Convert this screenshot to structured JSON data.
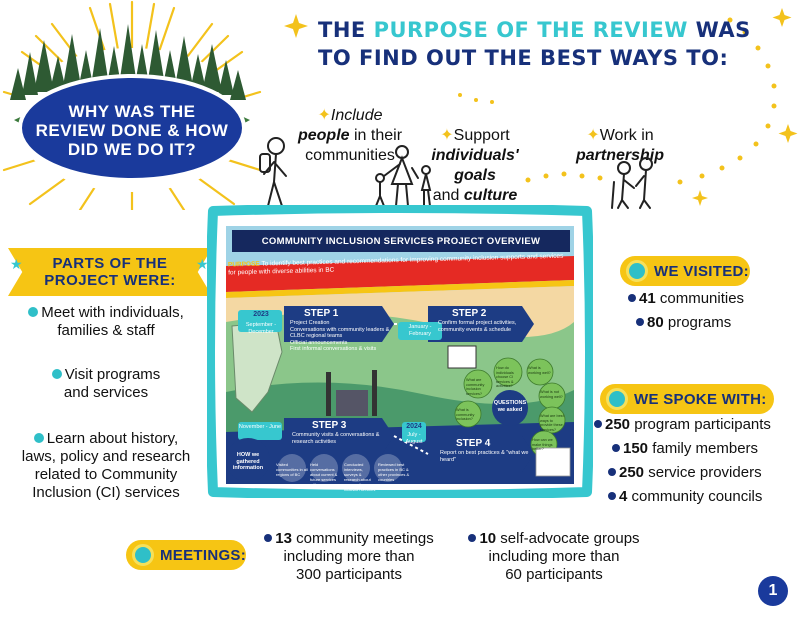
{
  "badge": {
    "line1": "WHY WAS THE",
    "line2": "REVIEW DONE & HOW",
    "line3": "DID WE DO IT?"
  },
  "purpose": {
    "part1": "THE ",
    "part2": "PURPOSE OF THE REVIEW",
    "part3": " WAS",
    "line2": "TO FIND OUT THE BEST WAYS TO:"
  },
  "goals": {
    "g1": {
      "w1": "Include",
      "w2": "people",
      "w3": " in their",
      "w4": "communities"
    },
    "g2": {
      "w1": "Support",
      "w2": "individuals' goals",
      "w3": "and ",
      "w4": "culture"
    },
    "g3": {
      "w1": "Work in",
      "w2": "partnership"
    }
  },
  "parts": {
    "line1": "PARTS OF THE",
    "line2": "PROJECT WERE:",
    "items": [
      {
        "a": "Meet with individuals,",
        "b": "families & staff"
      },
      {
        "a": "Visit programs",
        "b": "and services"
      },
      {
        "a": "Learn about history,",
        "b": "laws, policy and research",
        "c": "related to Community",
        "d": "Inclusion (CI) services"
      }
    ]
  },
  "card": {
    "title": "COMMUNITY INCLUSION SERVICES PROJECT OVERVIEW",
    "purpose_label": "PURPOSE",
    "purpose_text": "To identify best practices and recommendations for improving community inclusion supports and services for people with diverse abilities in BC",
    "year1": "2023",
    "period1": "September - December",
    "step1": "STEP 1",
    "step1_items": [
      "Project Creation",
      "Conversations with community leaders & CLBC regional teams",
      "Official announcements",
      "First informal conversations & visits"
    ],
    "period2": "January - February",
    "step2": "STEP 2",
    "step2_text": "Confirm formal project activities, community events & schedule",
    "period3": "November - June",
    "step3": "STEP 3",
    "step3_text": "Community visits & conversations & research activities",
    "year2": "2024",
    "period4": "July - August",
    "step4": "STEP 4",
    "step4_text": "Report on best practices & \"what we heard\"",
    "how": "HOW we gathered information",
    "questions": "QUESTIONS we asked",
    "circles": [
      "Visited communities in all regions of BC",
      "Held conversations about current & future services with",
      "Conducted interviews, surveys & research about community inclusion services",
      "Reviewed best practices in BC & other provinces & countries"
    ],
    "q_bubbles": [
      "What are community inclusion services?",
      "How do individuals choose CI services & activities?",
      "What is working well?",
      "What is not working well?",
      "What is community inclusion?",
      "What are best ways to provide these services?",
      "How can we make things better?"
    ]
  },
  "visited": {
    "label": "WE VISITED:",
    "items": [
      {
        "num": "41",
        "text": " communities"
      },
      {
        "num": "80",
        "text": " programs"
      }
    ]
  },
  "spoke": {
    "label": "WE SPOKE WITH:",
    "items": [
      {
        "num": "250",
        "text": " program participants"
      },
      {
        "num": "150",
        "text": " family members"
      },
      {
        "num": "250",
        "text": " service providers"
      },
      {
        "num": "4",
        "text": " community councils"
      }
    ]
  },
  "meetings": {
    "label": "MEETINGS:",
    "m1": {
      "num": "13",
      "a": " community meetings",
      "b": "including more than",
      "c": "300 participants"
    },
    "m2": {
      "num": "10",
      "a": " self-advocate groups",
      "b": "including more than",
      "c": "60 participants"
    }
  },
  "page_number": "1",
  "colors": {
    "navy": "#17307a",
    "teal": "#2fbfc8",
    "yellow": "#f6c514",
    "forest": "#2e5a33"
  }
}
